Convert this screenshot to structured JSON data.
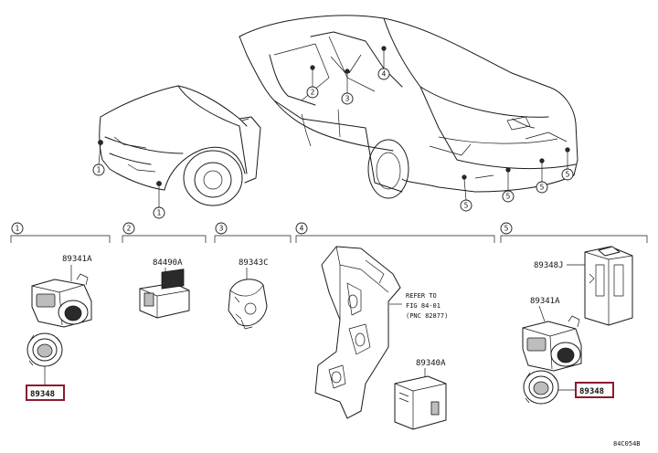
{
  "callouts": {
    "c1": "1",
    "c2": "2",
    "c3": "3",
    "c4": "4",
    "c5": "5"
  },
  "sections": [
    {
      "num": "1",
      "parts": [
        "89341A",
        "89348"
      ]
    },
    {
      "num": "2",
      "parts": [
        "84490A"
      ]
    },
    {
      "num": "3",
      "parts": [
        "89343C"
      ]
    },
    {
      "num": "4",
      "parts": [
        "89340A"
      ]
    },
    {
      "num": "5",
      "parts": [
        "89348J",
        "89341A",
        "89348"
      ]
    }
  ],
  "note": {
    "line1": "REFER TO",
    "line2": "FIG 84-01",
    "line3": "(PNC 82877)"
  },
  "diagram_code": "84C054B",
  "colors": {
    "highlight": "#8b1a2e",
    "line": "#1a1a1a"
  }
}
